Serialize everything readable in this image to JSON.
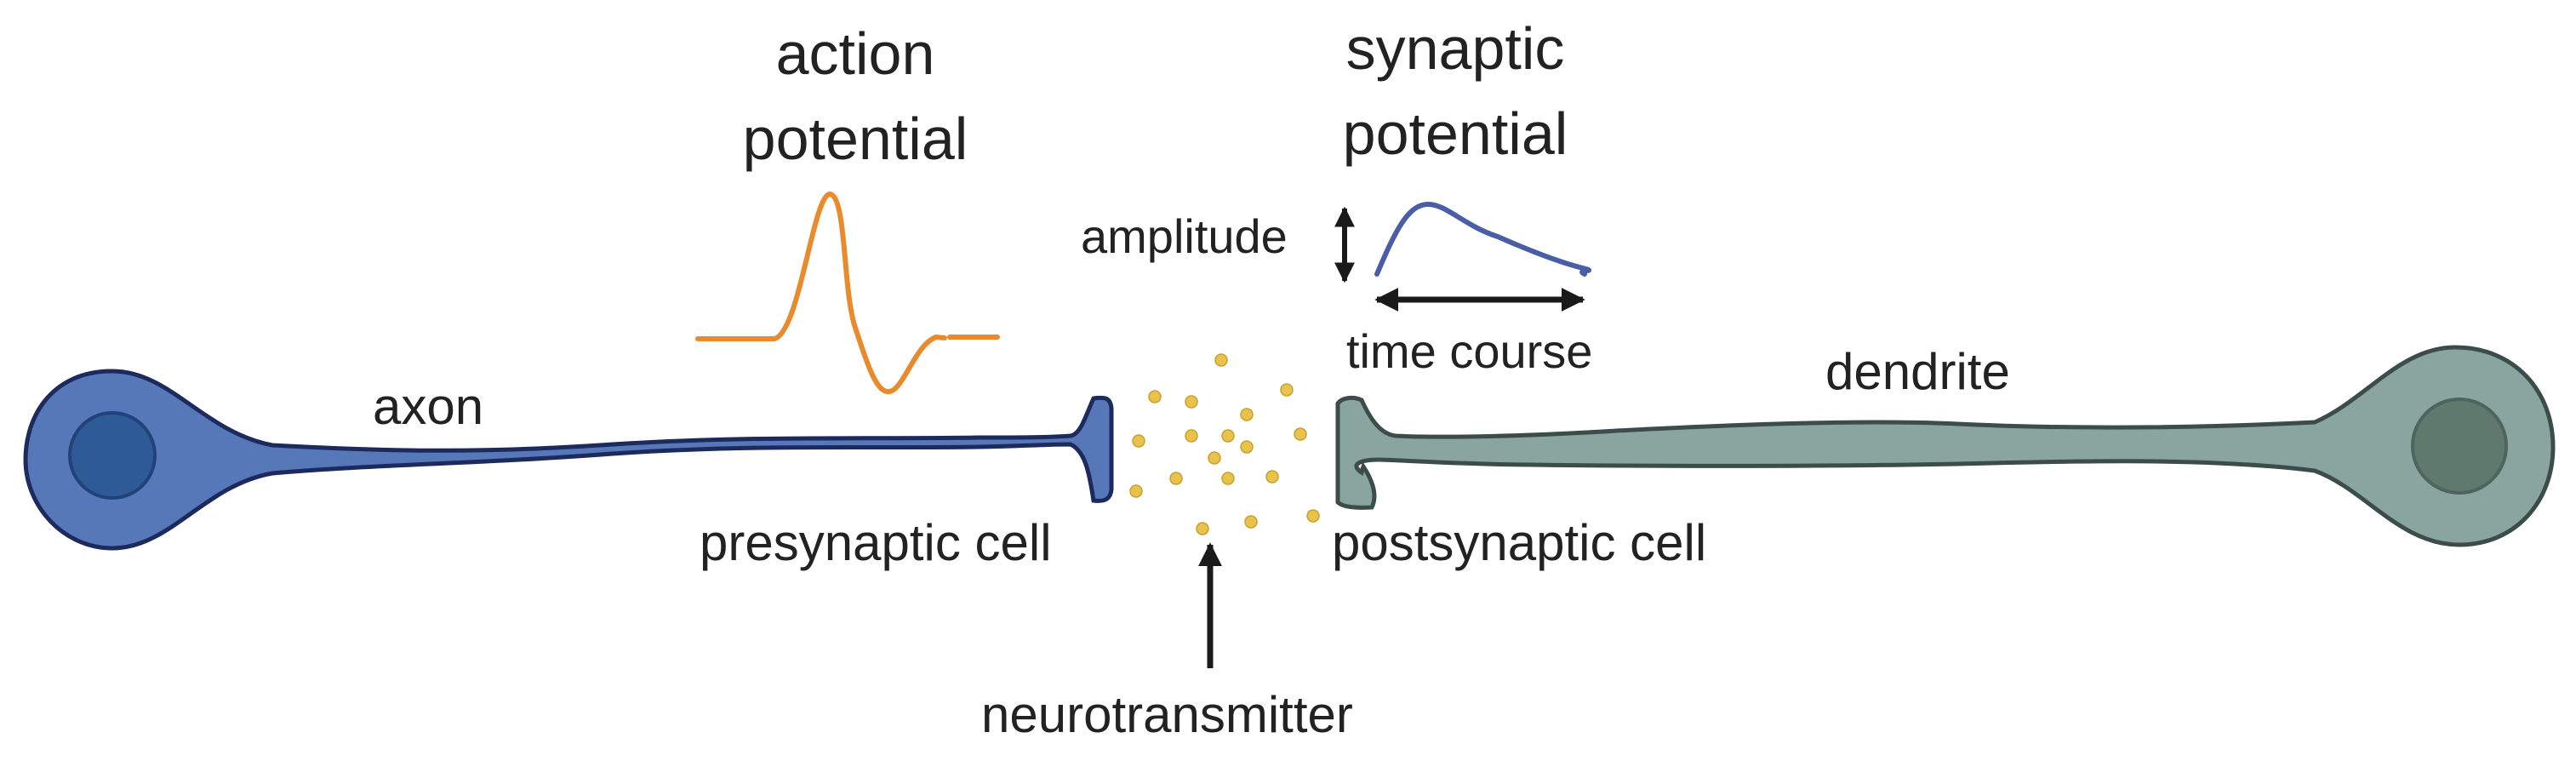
{
  "labels": {
    "action_potential": [
      "action",
      "potential"
    ],
    "synaptic_potential": [
      "synaptic",
      "potential"
    ],
    "amplitude": "amplitude",
    "time_course": "time course",
    "axon": "axon",
    "dendrite": "dendrite",
    "presynaptic_cell": "presynaptic cell",
    "postsynaptic_cell": "postsynaptic cell",
    "neurotransmitter": "neurotransmitter"
  },
  "colors": {
    "presynaptic_fill": "#5677b8",
    "presynaptic_stroke": "#1c2a5e",
    "presynaptic_nucleus": "#2f5a98",
    "postsynaptic_fill": "#8aa5a0",
    "postsynaptic_stroke": "#3c4d49",
    "postsynaptic_nucleus": "#60796f",
    "action_potential_trace": "#e98a2c",
    "synaptic_potential_trace": "#4a5ea8",
    "neurotransmitter_dot": "#e8c24a",
    "arrow": "#1a1a1a"
  },
  "icons": [
    "presynaptic-neuron",
    "postsynaptic-neuron",
    "action-potential-trace",
    "synaptic-potential-trace",
    "neurotransmitter-vesicles",
    "amplitude-arrow",
    "time-course-arrow",
    "neurotransmitter-arrow"
  ]
}
